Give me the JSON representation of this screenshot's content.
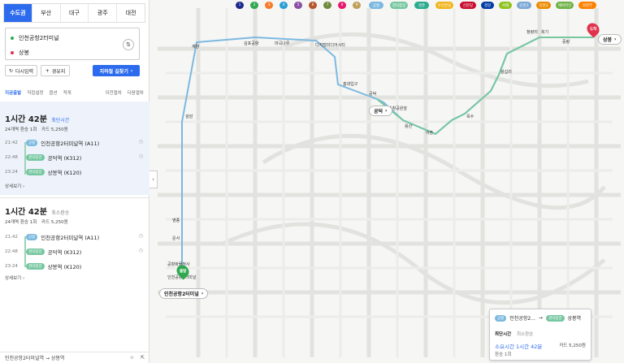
{
  "colors": {
    "accent": "#2c6bed",
    "airport": "#7cb9e0",
    "line2": "#32a853",
    "line4": "#2a9fd6",
    "line7": "#6e8b3d",
    "start": "#2fa84f",
    "end": "#e0334c",
    "highlight_bg": "#eef3fb"
  },
  "region_tabs": [
    "수도권",
    "부산",
    "대구",
    "광주",
    "대전"
  ],
  "route": {
    "origin": "인천공항2터미널",
    "destination": "상봉",
    "swap_icon": "swap-icon"
  },
  "actions": {
    "reset": "다시입력",
    "waypoint": "경유지",
    "search": "지하철 길찾기"
  },
  "filters": {
    "now_depart": "지금출발",
    "custom": "직접설정",
    "options": "옵션",
    "sort": "적게",
    "prev": "이전열차",
    "next": "다음열차"
  },
  "results": [
    {
      "duration": "1시간 42분",
      "tag": "최단시간",
      "meta": "24개역 환승 1회",
      "fare": "카드 5,250원",
      "stops": [
        {
          "time": "21:42",
          "line": "공항",
          "name": "인천공항2터미널역 (A11)"
        },
        {
          "time": "22:48",
          "line": "경의중앙",
          "name": "공덕역 (K312)"
        },
        {
          "time": "23:24",
          "line": "경의중앙",
          "name": "상봉역 (K120)"
        }
      ],
      "more": "상세보기"
    },
    {
      "duration": "1시간 42분",
      "tag": "최소환승",
      "meta": "24개역 환승 1회",
      "fare": "카드 5,250원",
      "stops": [
        {
          "time": "21:42",
          "line": "공항",
          "name": "인천공항2터미널역 (A11)"
        },
        {
          "time": "22:48",
          "line": "경의중앙",
          "name": "공덕역 (K312)"
        },
        {
          "time": "23:24",
          "line": "경의중앙",
          "name": "상봉역 (K120)"
        }
      ],
      "more": "상세보기"
    }
  ],
  "footer": {
    "route": "인천공항2터미널역 → 상봉역"
  },
  "map": {
    "line_chips": [
      "1",
      "2",
      "3",
      "4",
      "5",
      "6",
      "7",
      "8",
      "9",
      "공항",
      "경의중앙",
      "경춘",
      "수인분당",
      "신분당",
      "경강",
      "서해",
      "인천1",
      "인천2",
      "에버라인",
      "의정부"
    ],
    "stations": [
      "계양",
      "김포공항",
      "마곡나루",
      "디지털미디어시티",
      "홍대입구",
      "공덕",
      "효창공원앞",
      "용산",
      "이촌",
      "옥수",
      "왕십리",
      "청량리",
      "회기",
      "중랑",
      "상봉",
      "검암",
      "영종",
      "운서",
      "공항화물청사",
      "인천공항1터미널"
    ],
    "start_pin": "출발",
    "end_pin": "도착",
    "start_pill": "인천공항2터미널",
    "end_pill": "상봉",
    "transfer_pill": "공덕"
  },
  "summary": {
    "from": "인천공항2...",
    "to": "상봉역",
    "from_line": "공항",
    "to_line": "경의중앙",
    "tabs": [
      "최단시간",
      "최소환승"
    ],
    "duration": "소요시간 1시간 42분",
    "transfer": "환승 1회",
    "fare": "카드 5,250원"
  }
}
